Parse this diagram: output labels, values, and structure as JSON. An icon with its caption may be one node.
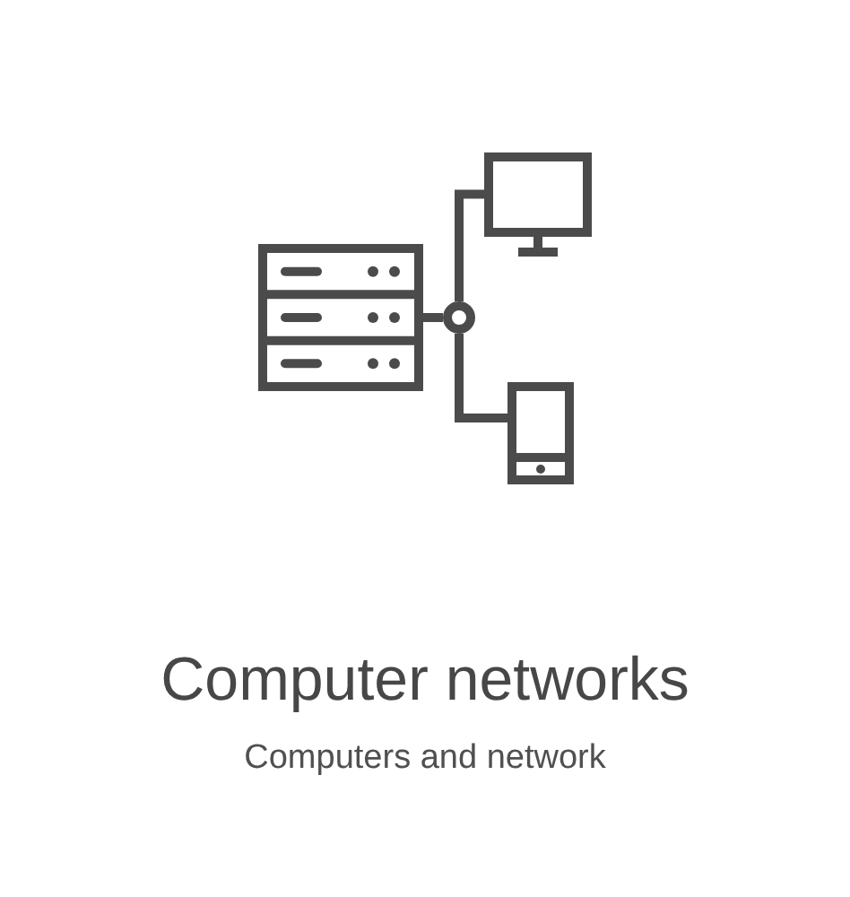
{
  "diagram": {
    "title": "Computer networks",
    "caption": "Computers and network",
    "nodes": [
      {
        "text": [],
        "shape": "server"
      },
      {
        "text": [],
        "shape": "circle"
      },
      {
        "text": [],
        "shape": "monitor"
      },
      {
        "text": [],
        "shape": "phone"
      }
    ],
    "edges": [
      {
        "from": 0,
        "to": 1,
        "arrow": "none"
      },
      {
        "from": 1,
        "to": 2,
        "arrow": "none"
      },
      {
        "from": 1,
        "to": 3,
        "arrow": "none"
      }
    ]
  }
}
